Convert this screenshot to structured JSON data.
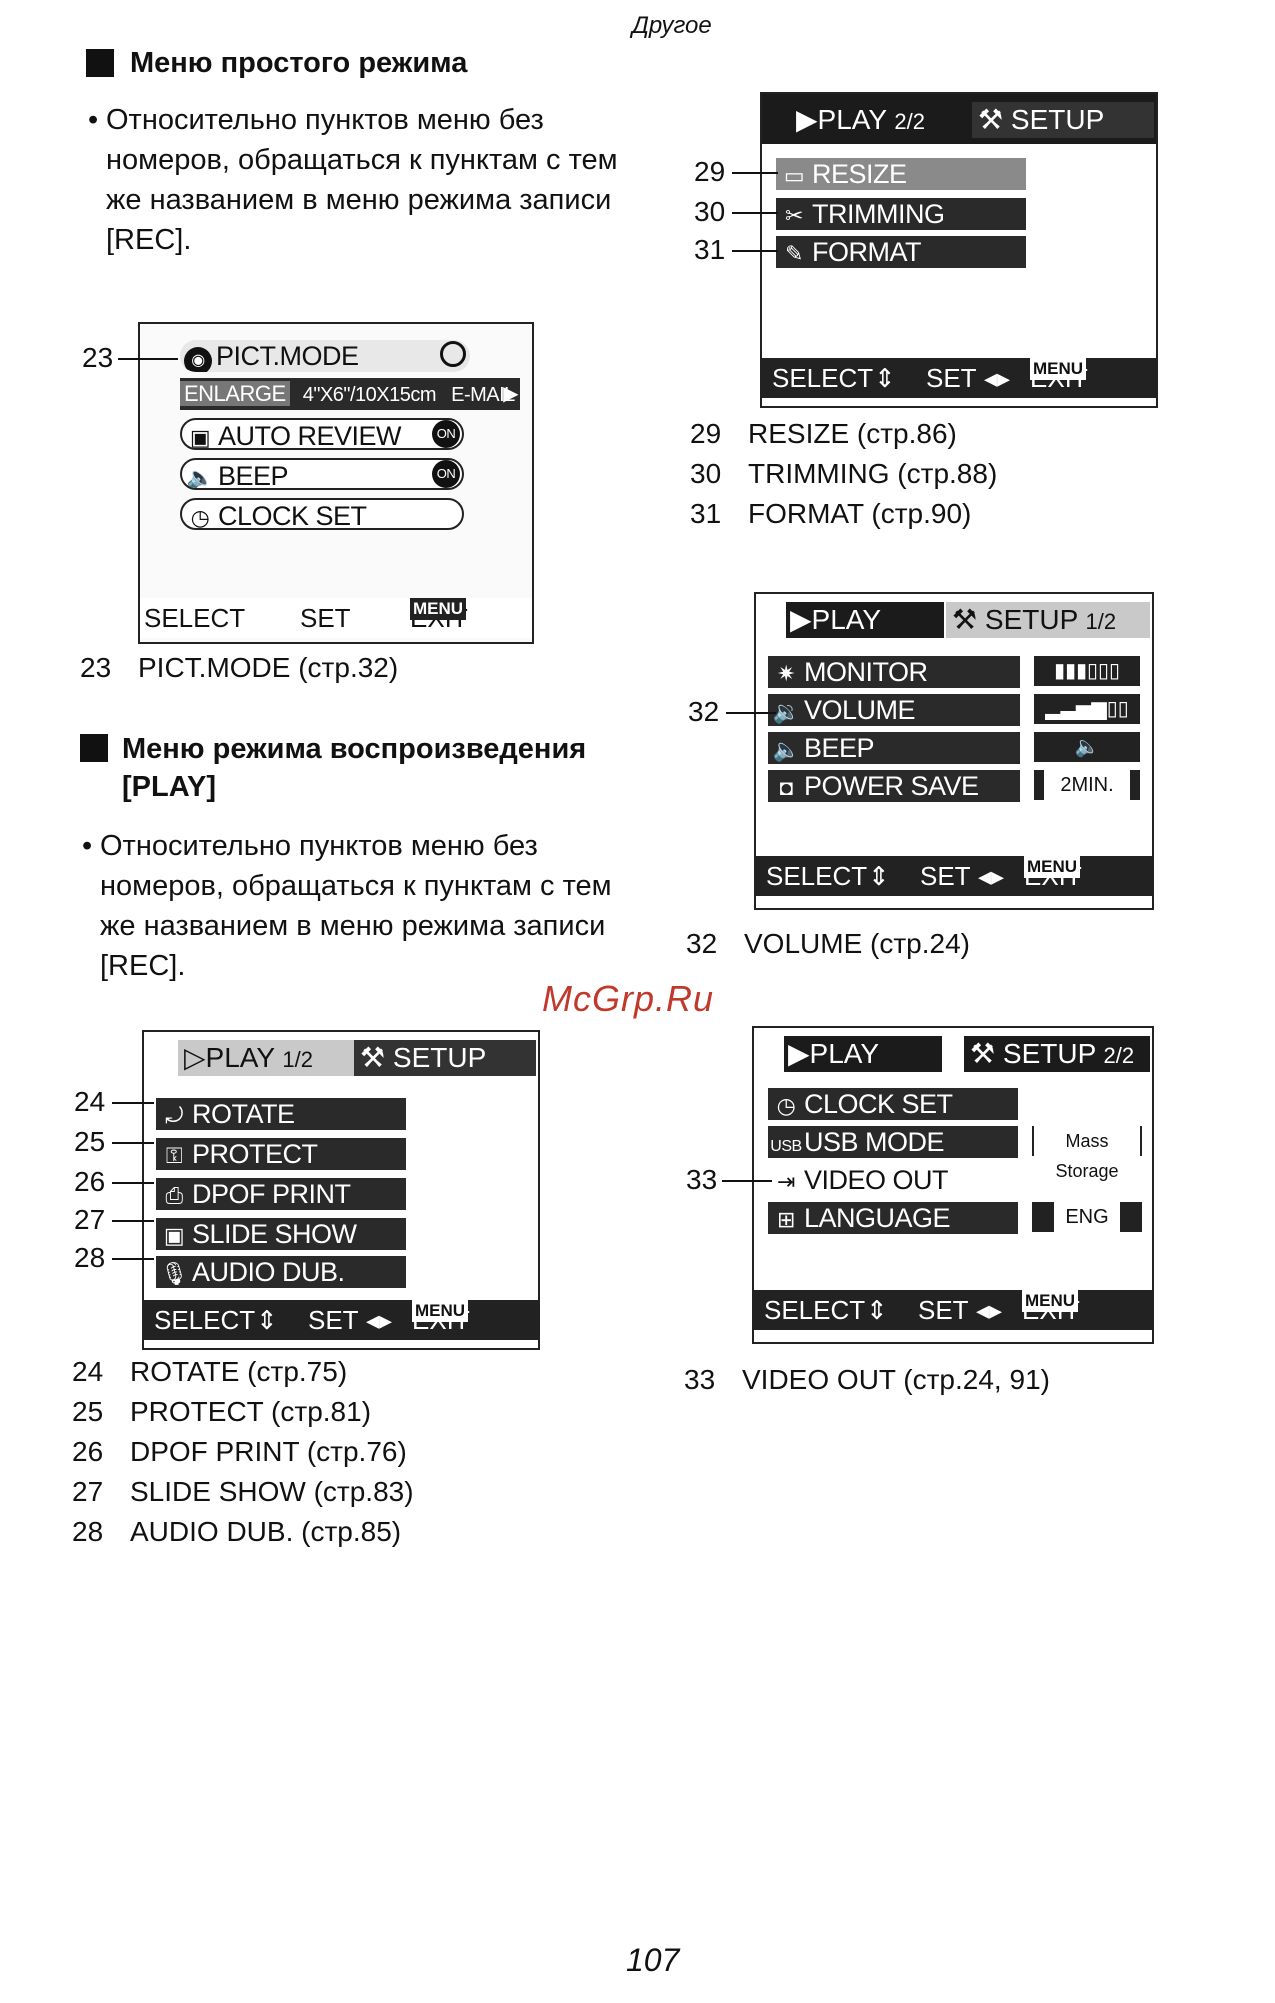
{
  "header": "Другое",
  "simple": {
    "title": "Меню простого режима",
    "para": "Относительно пунктов меню без номеров, обращаться к пунктам с тем же названием в меню режима записи [REC].",
    "screen": {
      "items": [
        "PICT.MODE",
        "ENLARGE",
        "4\"X6\"/10X15cm",
        "E-MAIL",
        "AUTO REVIEW",
        "BEEP",
        "CLOCK SET"
      ],
      "on1": "ON",
      "on2": "ON",
      "select": "SELECT",
      "set": "SET",
      "exit": "EXIT",
      "menu": "MENU"
    },
    "callout": "23",
    "caption_num": "23",
    "caption": "PICT.MODE (стр.32)"
  },
  "play": {
    "title": "Меню режима воспроизведения [PLAY]",
    "para": "Относительно пунктов меню без номеров, обращаться к пунктам с тем же названием в меню режима записи [REC].",
    "screen": {
      "tab_play": "PLAY",
      "page": "1/2",
      "tab_setup": "SETUP",
      "items": [
        "ROTATE",
        "PROTECT",
        "DPOF PRINT",
        "SLIDE SHOW",
        "AUDIO DUB."
      ],
      "select": "SELECT",
      "set": "SET",
      "exit": "EXIT",
      "menu": "MENU"
    },
    "callouts": [
      "24",
      "25",
      "26",
      "27",
      "28"
    ],
    "captions": [
      {
        "n": "24",
        "t": "ROTATE (стр.75)"
      },
      {
        "n": "25",
        "t": "PROTECT (стр.81)"
      },
      {
        "n": "26",
        "t": "DPOF PRINT (стр.76)"
      },
      {
        "n": "27",
        "t": "SLIDE SHOW (стр.83)"
      },
      {
        "n": "28",
        "t": "AUDIO DUB. (стр.85)"
      }
    ]
  },
  "play2": {
    "screen": {
      "tab_play": "PLAY",
      "page": "2/2",
      "tab_setup": "SETUP",
      "items": [
        "RESIZE",
        "TRIMMING",
        "FORMAT"
      ],
      "select": "SELECT",
      "set": "SET",
      "exit": "EXIT",
      "menu": "MENU"
    },
    "callouts": [
      "29",
      "30",
      "31"
    ],
    "captions": [
      {
        "n": "29",
        "t": "RESIZE (стр.86)"
      },
      {
        "n": "30",
        "t": "TRIMMING (стр.88)"
      },
      {
        "n": "31",
        "t": "FORMAT (стр.90)"
      }
    ]
  },
  "setup1": {
    "screen": {
      "tab_play": "PLAY",
      "tab_setup": "SETUP",
      "page": "1/2",
      "items": [
        "MONITOR",
        "VOLUME",
        "BEEP",
        "POWER SAVE"
      ],
      "power_val": "2MIN.",
      "select": "SELECT",
      "set": "SET",
      "exit": "EXIT",
      "menu": "MENU"
    },
    "callout": "32",
    "caption_num": "32",
    "caption": "VOLUME (стр.24)"
  },
  "setup2": {
    "screen": {
      "tab_play": "PLAY",
      "tab_setup": "SETUP",
      "page": "2/2",
      "items": [
        "CLOCK SET",
        "USB MODE",
        "VIDEO OUT",
        "LANGUAGE"
      ],
      "usb_val": "Mass Storage",
      "lang_val": "ENG",
      "select": "SELECT",
      "set": "SET",
      "exit": "EXIT",
      "menu": "MENU"
    },
    "callout": "33",
    "caption_num": "33",
    "caption": "VIDEO OUT (стр.24, 91)"
  },
  "watermark": "McGrp.Ru",
  "page_number": "107"
}
